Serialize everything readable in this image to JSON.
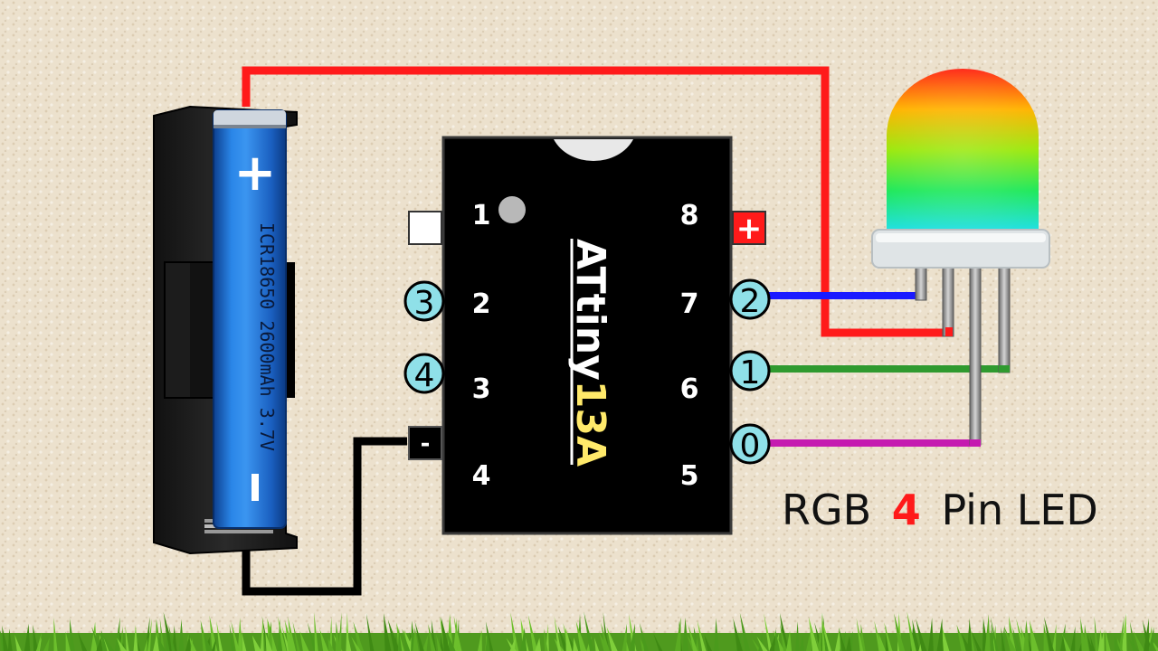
{
  "battery": {
    "plus": "+",
    "minus": "-",
    "label": "ICR18650 2600mAh 3.7V"
  },
  "chip": {
    "name": "ATtiny",
    "model": "13A",
    "pins_left": [
      "1",
      "2",
      "3",
      "4"
    ],
    "pins_right": [
      "8",
      "7",
      "6",
      "5"
    ]
  },
  "pin_badges": {
    "pin2": "3",
    "pin3": "4",
    "pin7": "2",
    "pin6": "1",
    "pin5": "0",
    "pin8_power": "+",
    "pin4_ground": "-"
  },
  "caption": {
    "before": "RGB",
    "number": "4",
    "after": "Pin LED"
  },
  "colors": {
    "wire_red": "#ff1a1a",
    "wire_black": "#000000",
    "wire_blue": "#1a1aff",
    "wire_green": "#2f9a2f",
    "wire_magenta": "#c51ab0",
    "badge_fill": "#8fe0e8",
    "battery_blue": "#1f6fd6",
    "chip_black": "#000000",
    "caption_red": "#ff1a1a"
  }
}
